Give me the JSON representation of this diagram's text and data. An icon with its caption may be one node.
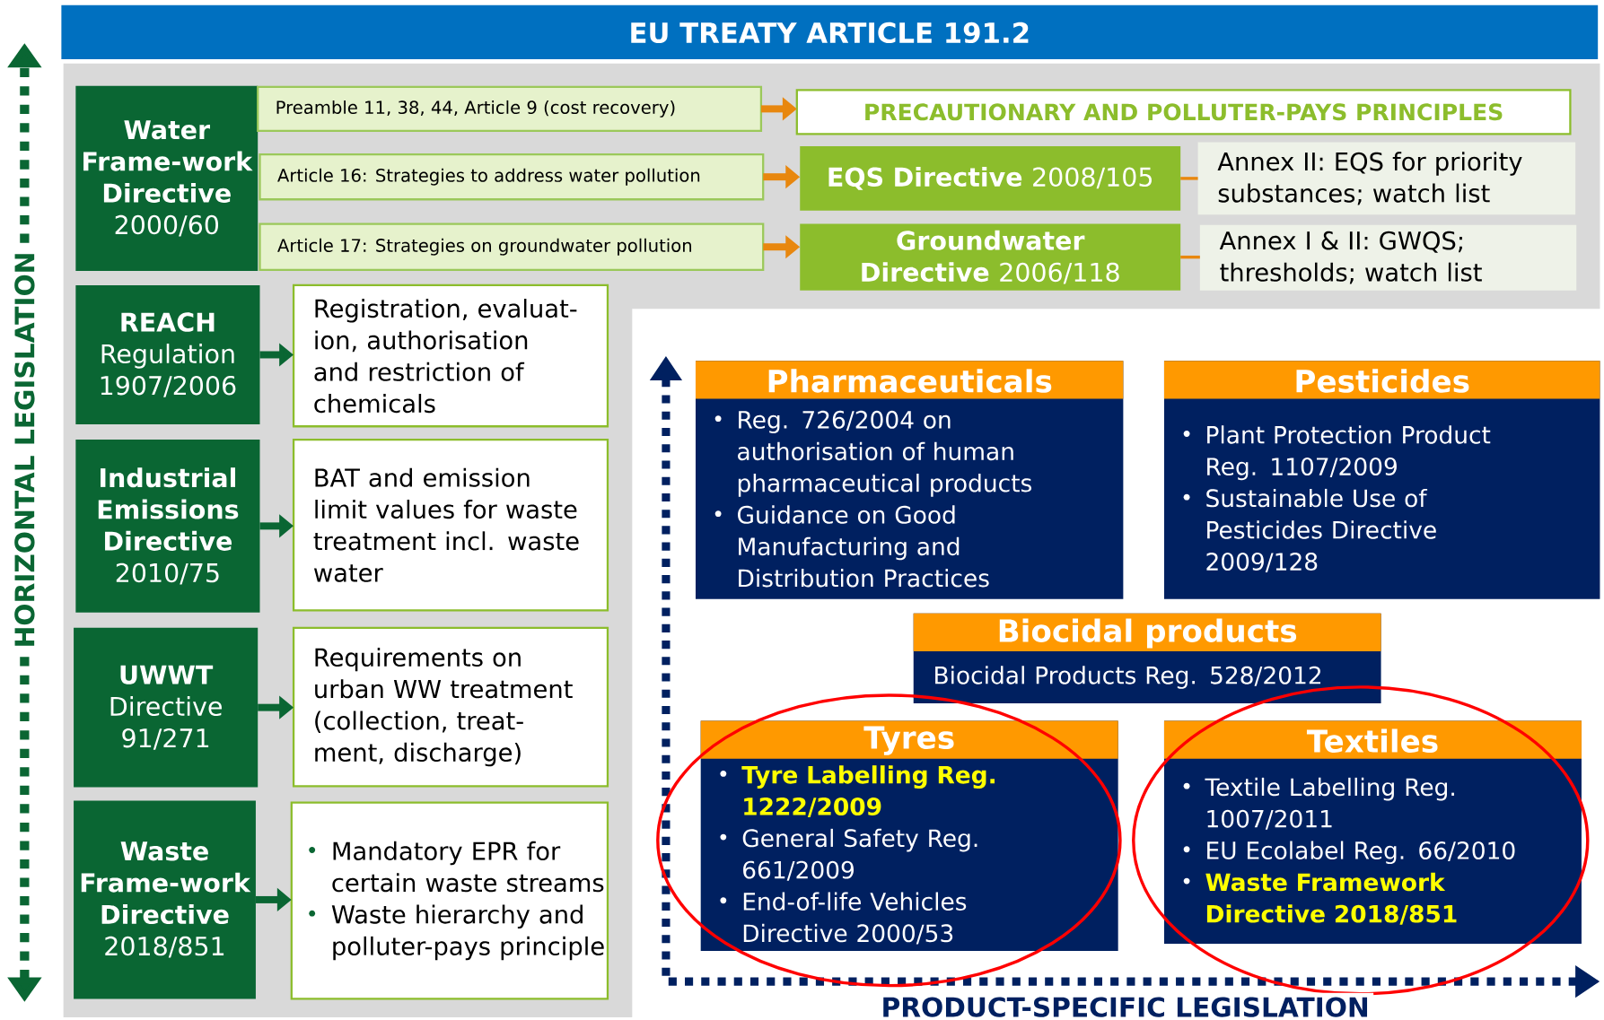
{
  "diagram": {
    "title": "EU TREATY ARTICLE 191.2",
    "nodes": [
      {
        "text": [
          "Water Frame-work Directive",
          "2000/60"
        ]
      },
      {
        "text": [
          "Preamble 11, 38, 44, Article 9 (cost recovery)"
        ]
      },
      {
        "text": [
          "Article 16: Strategies to address water pollution"
        ]
      },
      {
        "text": [
          "Article 17: Strategies on groundwater pollution"
        ]
      },
      {
        "text": [
          "PRECAUTIONARY AND POLLUTER-PAYS PRINCIPLES"
        ]
      },
      {
        "text": [
          "EQS Directive",
          "2008/105"
        ]
      },
      {
        "text": [
          "Annex II: EQS for priority substances; watch list"
        ]
      },
      {
        "text": [
          "Groundwater Directive",
          "2006/118"
        ]
      },
      {
        "text": [
          "Annex I & II: GWQS; thresholds; watch list"
        ]
      },
      {
        "text": [
          "REACH",
          "Regulation 1907/2006"
        ]
      },
      {
        "text": [
          "Registration, evaluat-ion, authorisation and restriction of chemicals"
        ]
      },
      {
        "text": [
          "Industrial Emissions Directive",
          "2010/75"
        ]
      },
      {
        "text": [
          "BAT and emission limit values for waste treatment incl. waste water"
        ]
      },
      {
        "text": [
          "UWWT",
          "Directive 91/271"
        ]
      },
      {
        "text": [
          "Requirements on urban WW treatment (collection, treat-ment, discharge)"
        ]
      },
      {
        "text": [
          "Waste Frame-work Directive",
          "2018/851"
        ]
      },
      {
        "text": [
          "Mandatory EPR for certain waste streams",
          "Waste hierarchy and polluter-pays principle"
        ]
      },
      {
        "text": [
          "Pharmaceuticals",
          "Reg. 726/2004 on authorisation of human pharmaceutical products",
          "Guidance on Good Manufacturing and Distribution Practices"
        ]
      },
      {
        "text": [
          "Pesticides",
          "Plant Protection Product Reg. 1107/2009",
          "Sustainable Use of Pesticides Directive 2009/128"
        ]
      },
      {
        "text": [
          "Biocidal products",
          "Biocidal Products Reg. 528/2012"
        ]
      },
      {
        "text": [
          "Tyres",
          "Tyre Labelling Reg. 1222/2009",
          "General Safety Reg. 661/2009",
          "End-of-life Vehicles Directive 2000/53"
        ]
      },
      {
        "text": [
          "Textiles",
          "Textile Labelling Reg. 1007/2011",
          "EU Ecolabel Reg. 66/2010",
          "Waste Framework Directive 2018/851"
        ]
      }
    ],
    "edges": [
      {
        "from": 1,
        "to": 4,
        "arrow": "to"
      },
      {
        "from": 2,
        "to": 5,
        "arrow": "to"
      },
      {
        "from": 3,
        "to": 7,
        "arrow": "to"
      },
      {
        "from": 5,
        "to": 6,
        "arrow": "none"
      },
      {
        "from": 7,
        "to": 8,
        "arrow": "none"
      },
      {
        "from": 9,
        "to": 10,
        "arrow": "to",
        "color": "#0a6633"
      },
      {
        "from": 11,
        "to": 12,
        "arrow": "to",
        "color": "#0a6633"
      },
      {
        "from": 13,
        "to": 14,
        "arrow": "to",
        "color": "#0a6633"
      },
      {
        "from": 15,
        "to": 16,
        "arrow": "to",
        "color": "#0a6633"
      }
    ],
    "labels": [
      "HORIZONTAL LEGISLATION",
      "PRODUCT-SPECIFIC LEGISLATION"
    ]
  }
}
